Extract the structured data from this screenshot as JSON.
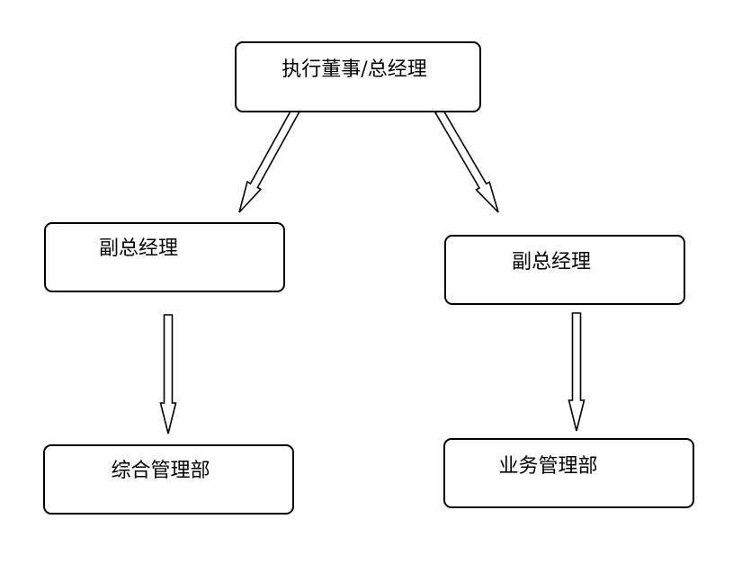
{
  "diagram": {
    "nodes": {
      "ceo": "执行董事/总经理",
      "vp_left": "副总经理",
      "vp_right": "副总经理",
      "general_dept": "综合管理部",
      "business_dept": "业务管理部"
    },
    "edges": [
      {
        "from": "ceo",
        "to": "vp_left"
      },
      {
        "from": "ceo",
        "to": "vp_right"
      },
      {
        "from": "vp_left",
        "to": "general_dept"
      },
      {
        "from": "vp_right",
        "to": "business_dept"
      }
    ]
  }
}
